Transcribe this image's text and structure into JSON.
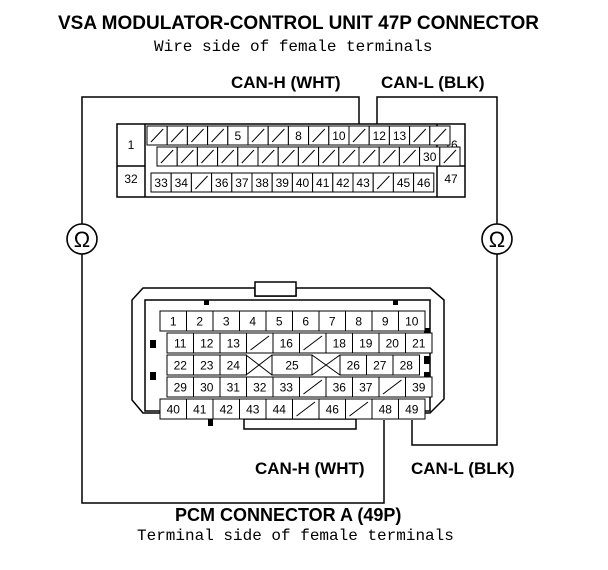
{
  "top_connector": {
    "title": "VSA MODULATOR-CONTROL UNIT 47P CONNECTOR",
    "subtitle": "Wire side of female terminals",
    "can_h_label": "CAN-H (WHT)",
    "can_l_label": "CAN-L (BLK)",
    "left_block": [
      "1",
      "32"
    ],
    "right_block": [
      "16",
      "47"
    ],
    "row1": [
      "",
      "",
      "",
      "",
      "5",
      "",
      "",
      "8",
      "",
      "10",
      "",
      "12",
      "13",
      "",
      ""
    ],
    "row2": [
      "",
      "",
      "",
      "",
      "",
      "",
      "",
      "",
      "",
      "",
      "",
      "",
      "",
      "30",
      ""
    ],
    "row3": [
      "33",
      "34",
      "",
      "36",
      "37",
      "38",
      "39",
      "40",
      "41",
      "42",
      "43",
      "",
      "45",
      "46"
    ]
  },
  "meters": {
    "left_symbol": "Ω",
    "right_symbol": "Ω"
  },
  "bottom_connector": {
    "title": "PCM CONNECTOR A (49P)",
    "subtitle": "Terminal side of female terminals",
    "can_h_label": "CAN-H (WHT)",
    "can_l_label": "CAN-L (BLK)",
    "row1": [
      "1",
      "2",
      "3",
      "4",
      "5",
      "6",
      "7",
      "8",
      "9",
      "10"
    ],
    "row2": [
      "11",
      "12",
      "13",
      "",
      "16",
      "",
      "18",
      "19",
      "20",
      "21"
    ],
    "row3": [
      "22",
      "23",
      "24",
      "25",
      "26",
      "27",
      "28"
    ],
    "row4": [
      "29",
      "30",
      "31",
      "32",
      "33",
      "",
      "36",
      "37",
      "",
      "39"
    ],
    "row5": [
      "40",
      "41",
      "42",
      "43",
      "44",
      "",
      "46",
      "",
      "48",
      "49"
    ]
  }
}
